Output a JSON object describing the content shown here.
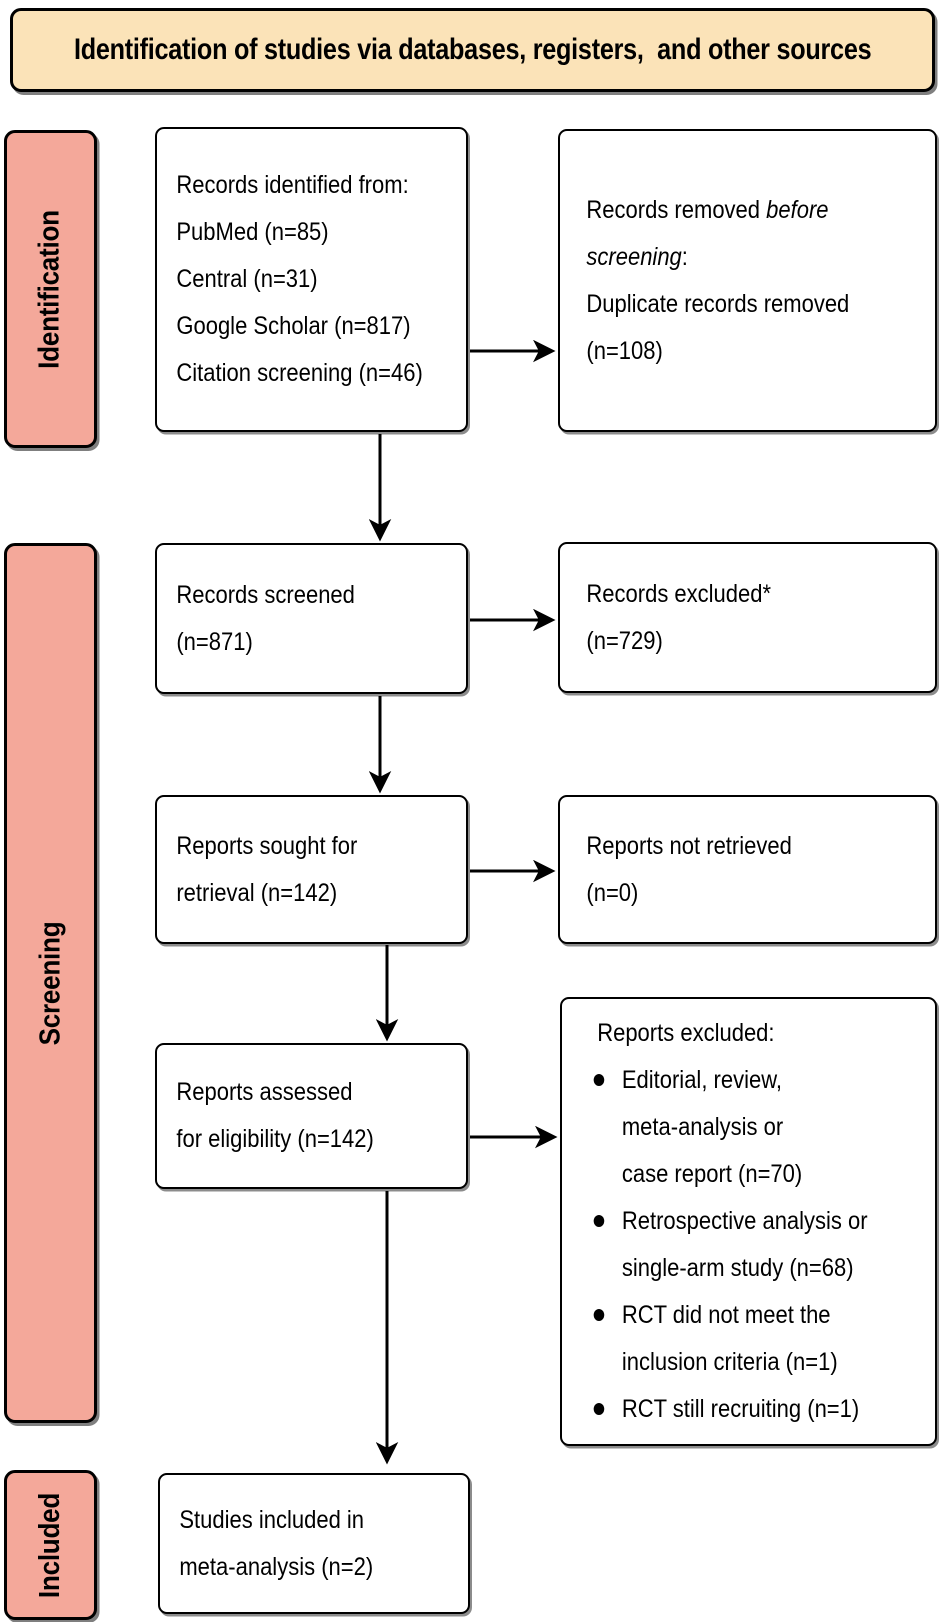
{
  "title": "Identification of studies via databases, registers,  and other sources",
  "colors": {
    "banner_bg": "#fbe3b8",
    "stage_bg": "#f4a89a",
    "border": "#000000",
    "box_bg": "#ffffff"
  },
  "stages": [
    {
      "label": "Identification"
    },
    {
      "label": "Screening"
    },
    {
      "label": "Included"
    }
  ],
  "boxes": {
    "identified": {
      "lines": [
        "Records identified from:",
        "PubMed (n=85)",
        "Central (n=31)",
        "Google Scholar (n=817)",
        "Citation screening (n=46)"
      ]
    },
    "removed": {
      "lines_rich": [
        [
          {
            "text": "Records removed "
          },
          {
            "text": "before",
            "italic": true
          }
        ],
        [
          {
            "text": "screening",
            "italic": true
          },
          {
            "text": ":"
          }
        ],
        [
          {
            "text": "Duplicate records removed"
          }
        ],
        [
          {
            "text": "(n=108)"
          }
        ]
      ]
    },
    "screened": {
      "lines": [
        "Records screened",
        "(n=871)"
      ]
    },
    "excluded": {
      "lines": [
        "Records excluded*",
        "(n=729)"
      ]
    },
    "sought": {
      "lines": [
        "Reports sought for",
        "retrieval (n=142)"
      ]
    },
    "not_retrieved": {
      "lines": [
        "Reports not retrieved",
        "(n=0)"
      ]
    },
    "assessed": {
      "lines": [
        "Reports assessed",
        "for eligibility (n=142)"
      ]
    },
    "reports_excluded": {
      "heading": "Reports excluded:",
      "bullets": [
        [
          "Editorial, review,",
          "meta-analysis or",
          "case report (n=70)"
        ],
        [
          "Retrospective analysis or",
          "single-arm study (n=68)"
        ],
        [
          "RCT did not meet the",
          "inclusion criteria (n=1)"
        ],
        [
          "RCT still recruiting (n=1)"
        ]
      ]
    },
    "included_studies": {
      "lines": [
        "Studies included in",
        "meta-analysis (n=2)"
      ]
    }
  }
}
